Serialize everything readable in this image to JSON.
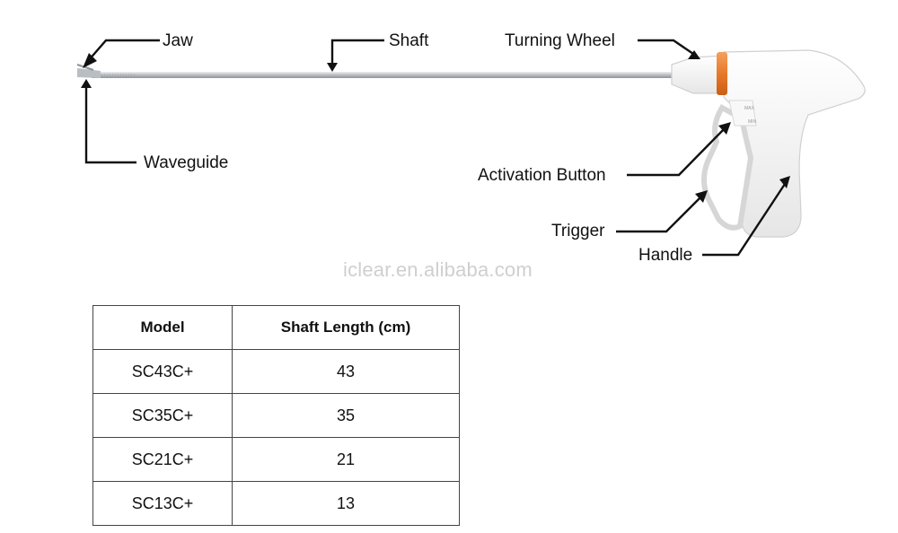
{
  "labels": {
    "jaw": "Jaw",
    "shaft": "Shaft",
    "turning_wheel": "Turning Wheel",
    "waveguide": "Waveguide",
    "activation_button": "Activation Button",
    "trigger": "Trigger",
    "handle": "Handle"
  },
  "device": {
    "button_max": "MAX",
    "button_min": "MIN"
  },
  "watermark": "iclear.en.alibaba.com",
  "table": {
    "headers": [
      "Model",
      "Shaft Length (cm)"
    ],
    "rows": [
      [
        "SC43C+",
        "43"
      ],
      [
        "SC35C+",
        "35"
      ],
      [
        "SC21C+",
        "21"
      ],
      [
        "SC13C+",
        "13"
      ]
    ]
  },
  "colors": {
    "wheel": "#e8792a",
    "shaft": "#c9cdd1",
    "body": "#f4f4f4",
    "outline": "#d0d0d0",
    "line": "#111111"
  }
}
